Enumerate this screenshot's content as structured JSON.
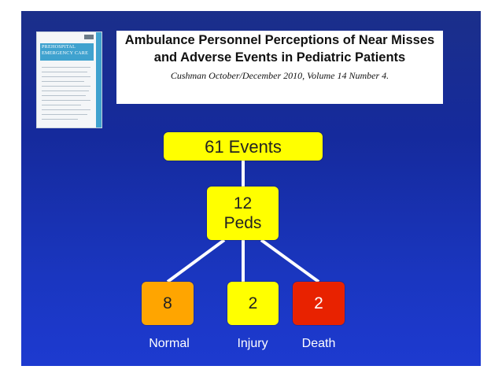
{
  "journal_cover": {
    "title_line1": "PREHOSPITAL",
    "title_line2": "EMERGENCY CARE"
  },
  "title": {
    "main": "Ambulance Personnel Perceptions of Near Misses and Adverse Events in Pediatric Patients",
    "citation": "Cushman October/December 2010, Volume 14 Number 4."
  },
  "diagram": {
    "root": "61 Events",
    "middle_line1": "12",
    "middle_line2": "Peds",
    "children": [
      {
        "value": "8",
        "label": "Normal",
        "color": "#ffa500"
      },
      {
        "value": "2",
        "label": "Injury",
        "color": "#ffff00"
      },
      {
        "value": "2",
        "label": "Death",
        "color": "#e82200"
      }
    ]
  },
  "colors": {
    "background": "#1a36c0",
    "node_yellow": "#ffff00",
    "connector": "#ffffff"
  }
}
